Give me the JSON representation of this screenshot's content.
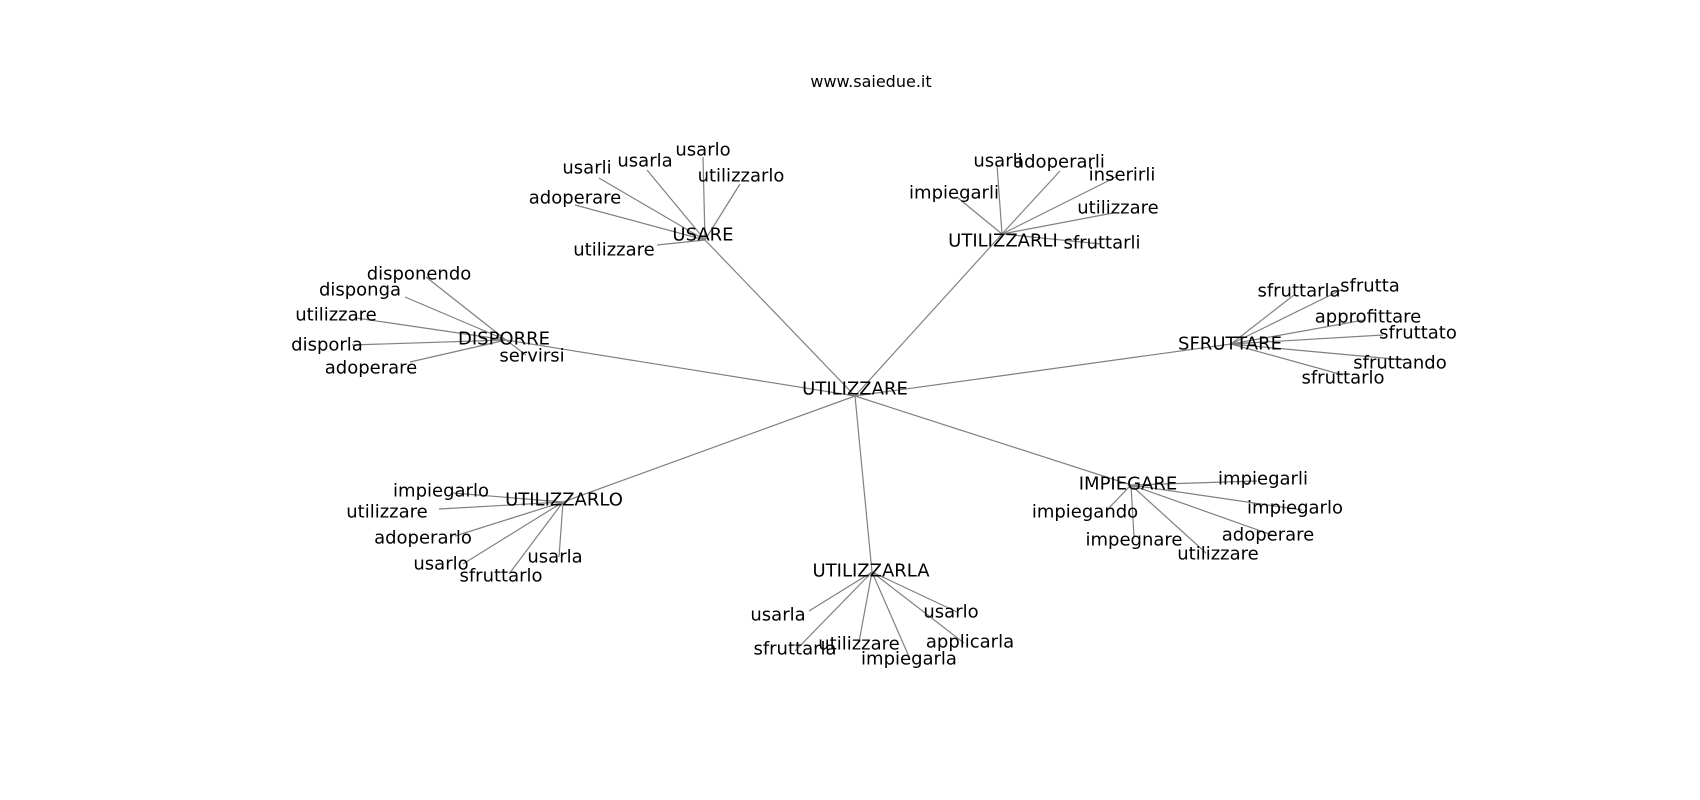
{
  "title": "www.saiedue.it",
  "center": "UTILIZZARE",
  "hubs": [
    {
      "label": "USARE",
      "leaves": [
        "usarlo",
        "usarla",
        "usarli",
        "utilizzarlo",
        "adoperare",
        "utilizzare"
      ]
    },
    {
      "label": "UTILIZZARLI",
      "leaves": [
        "usarli",
        "adoperarli",
        "inserirli",
        "impiegarli",
        "utilizzare",
        "sfruttarli"
      ]
    },
    {
      "label": "DISPORRE",
      "leaves": [
        "disponendo",
        "disponga",
        "utilizzare",
        "disporla",
        "adoperare",
        "servirsi"
      ]
    },
    {
      "label": "SFRUTTARE",
      "leaves": [
        "sfruttarla",
        "sfrutta",
        "approfittare",
        "sfruttato",
        "sfruttando",
        "sfruttarlo"
      ]
    },
    {
      "label": "UTILIZZARLO",
      "leaves": [
        "impiegarlo",
        "utilizzare",
        "adoperarlo",
        "usarlo",
        "sfruttarlo",
        "usarla"
      ]
    },
    {
      "label": "IMPIEGARE",
      "leaves": [
        "impiegarli",
        "impiegando",
        "impiegarlo",
        "adoperare",
        "impegnare",
        "utilizzare"
      ]
    },
    {
      "label": "UTILIZZARLA",
      "leaves": [
        "usarla",
        "usarlo",
        "sfruttarla",
        "utilizzare",
        "applicarla",
        "impiegarla"
      ]
    }
  ]
}
